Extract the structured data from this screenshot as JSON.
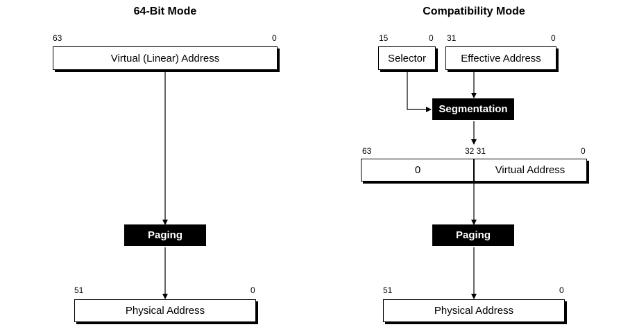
{
  "left": {
    "title": "64-Bit Mode",
    "virtual_box": {
      "label": "Virtual (Linear) Address",
      "bit_high": "63",
      "bit_low": "0"
    },
    "paging_label": "Paging",
    "physical_box": {
      "label": "Physical Address",
      "bit_high": "51",
      "bit_low": "0"
    }
  },
  "right": {
    "title": "Compatibility Mode",
    "selector_box": {
      "label": "Selector",
      "bit_high": "15",
      "bit_low": "0"
    },
    "effective_box": {
      "label": "Effective Address",
      "bit_high": "31",
      "bit_low": "0"
    },
    "segmentation_label": "Segmentation",
    "combined_box": {
      "upper_label": "0",
      "lower_label": "Virtual Address",
      "bit_high": "63",
      "bit_mid": "32 31",
      "bit_low": "0"
    },
    "paging_label": "Paging",
    "physical_box": {
      "label": "Physical Address",
      "bit_high": "51",
      "bit_low": "0"
    }
  }
}
